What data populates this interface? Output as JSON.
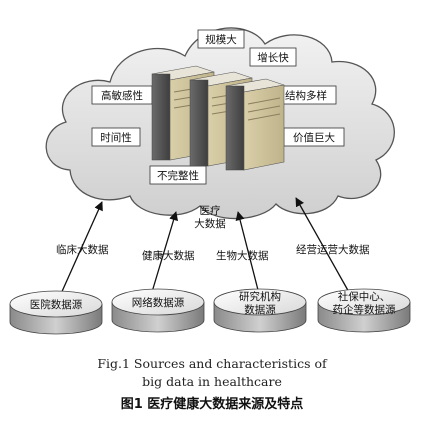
{
  "cloud": {
    "features": {
      "large_scale": "规模大",
      "fast_growth": "增长快",
      "high_sensitivity": "高敏感性",
      "diverse_structure": "结构多样",
      "timeliness": "时间性",
      "huge_value": "价值巨大",
      "incompleteness": "不完整性"
    }
  },
  "center_label": [
    "医疗",
    "大数据"
  ],
  "flows": {
    "clinical": "临床大数据",
    "health": "健康大数据",
    "bio": "生物大数据",
    "business": "经营运营大数据"
  },
  "sources": {
    "hospital": "医院数据源",
    "network": "网络数据源",
    "research": [
      "研究机构",
      "数据源"
    ],
    "social": [
      "社保中心、",
      "药企等数据源"
    ]
  },
  "caption": {
    "en_line1": "Fig.1    Sources and characteristics of",
    "en_line2": "big data in healthcare",
    "zh": "图1    医疗健康大数据来源及特点"
  }
}
